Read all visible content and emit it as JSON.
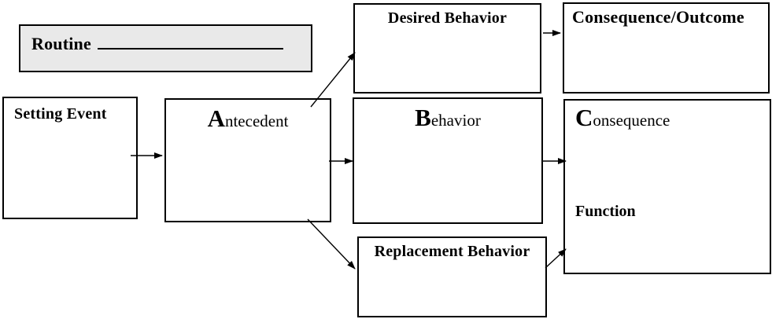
{
  "colors": {
    "background": "#ffffff",
    "box_fill": "#ffffff",
    "box_border": "#000000",
    "routine_fill": "#e9e9e9",
    "arrow": "#000000"
  },
  "routine": {
    "label": "Routine"
  },
  "boxes": {
    "setting_event": {
      "label": "Setting Event"
    },
    "antecedent": {
      "initial": "A",
      "rest": "ntecedent"
    },
    "desired_behavior": {
      "label": "Desired Behavior"
    },
    "consequence_outcome": {
      "label": "Consequence/Outcome"
    },
    "behavior": {
      "initial": "B",
      "rest": "ehavior"
    },
    "consequence": {
      "initial": "C",
      "rest": "onsequence",
      "function_label": "Function"
    },
    "replacement_behavior": {
      "label": "Replacement Behavior"
    }
  },
  "connections": [
    {
      "from": "setting-event",
      "to": "antecedent"
    },
    {
      "from": "antecedent",
      "to": "desired-behavior"
    },
    {
      "from": "antecedent",
      "to": "behavior"
    },
    {
      "from": "antecedent",
      "to": "replacement-behavior"
    },
    {
      "from": "desired-behavior",
      "to": "consequence-outcome"
    },
    {
      "from": "behavior",
      "to": "consequence"
    },
    {
      "from": "replacement-behavior",
      "to": "consequence"
    }
  ]
}
